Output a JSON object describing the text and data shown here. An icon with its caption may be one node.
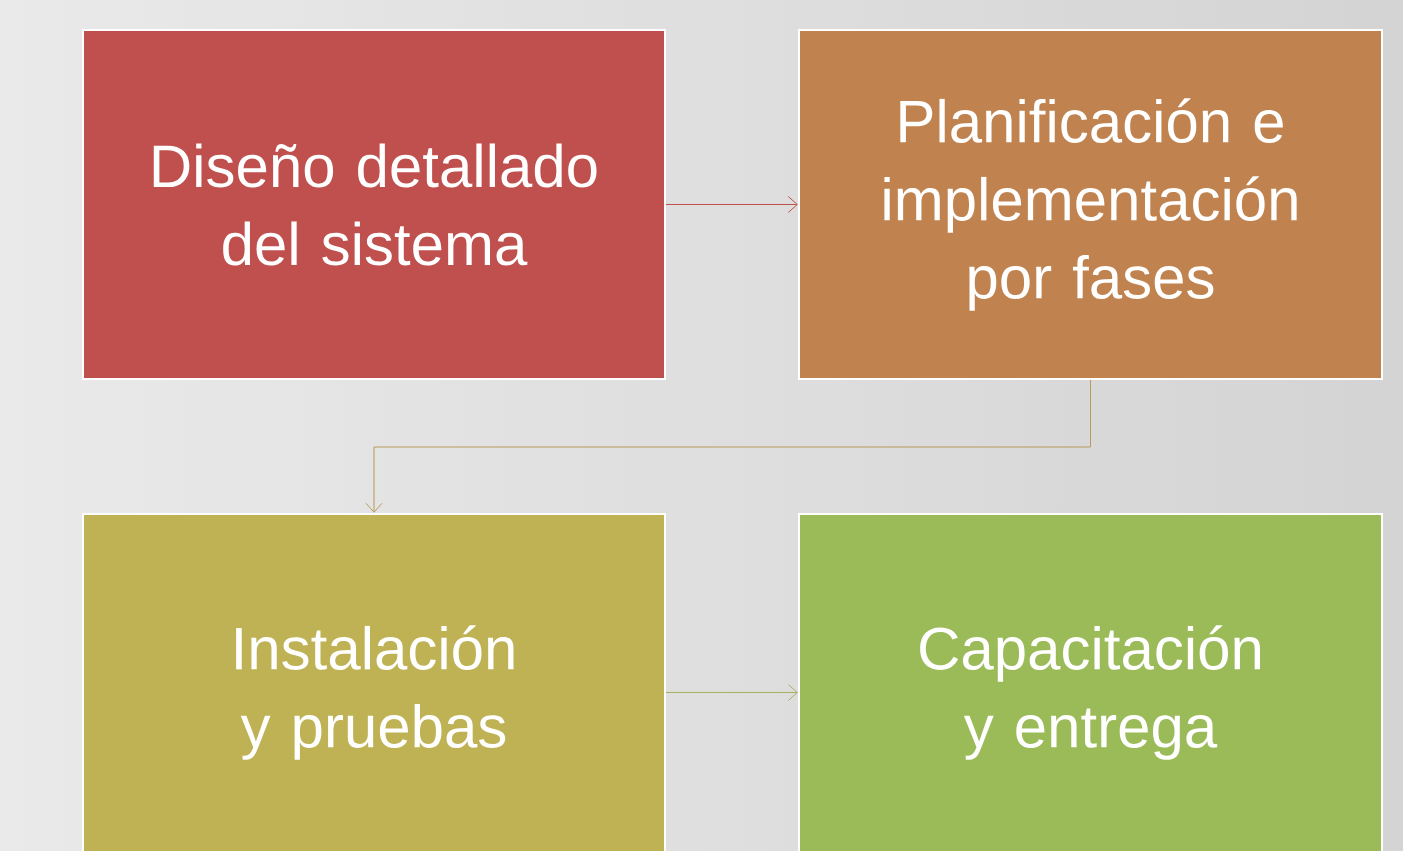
{
  "diagram": {
    "nodes": [
      {
        "text": [
          "Diseño detallado del sistema"
        ]
      },
      {
        "text": [
          "Planificación e implementación por fases"
        ]
      },
      {
        "text": [
          "Instalación y pruebas"
        ]
      },
      {
        "text": [
          "Capacitación y entrega"
        ]
      }
    ],
    "edges": [
      {
        "from": 0,
        "to": 1,
        "arrow": "to",
        "color": "#c0504d"
      },
      {
        "from": 1,
        "to": 2,
        "arrow": "to",
        "color": "#b89a5c"
      },
      {
        "from": 2,
        "to": 3,
        "arrow": "to",
        "color": "#a8b060"
      }
    ]
  }
}
